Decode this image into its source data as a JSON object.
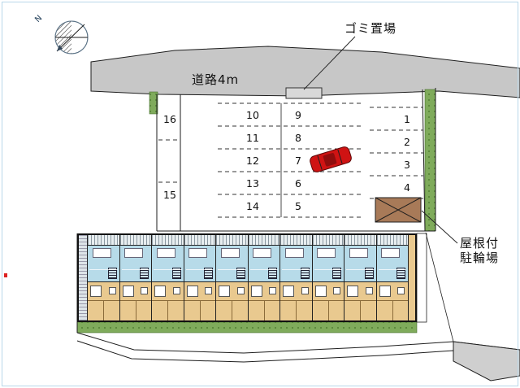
{
  "compass": {
    "letter": "N"
  },
  "road": {
    "label": "道路4m"
  },
  "garbage": {
    "label": "ゴミ置場"
  },
  "bike_shed": {
    "label": [
      "屋根付",
      "駐輪場"
    ]
  },
  "parking": {
    "left_column": [
      "16",
      "15"
    ],
    "mid_left": [
      "10",
      "11",
      "12",
      "13",
      "14"
    ],
    "mid_right": [
      "9",
      "8",
      "7",
      "6",
      "5"
    ],
    "right_column": [
      "1",
      "2",
      "3",
      "4"
    ]
  },
  "building": {
    "unit_count": 10
  },
  "colors": {
    "road_gray": "#c7c7c7",
    "grass": "#7fab5b",
    "grass_dark": "#5d8a3e",
    "shed_brown": "#a87a58",
    "unit_blue": "#b7dbe9",
    "unit_tan": "#e9c98f",
    "car_red": "#cf1313",
    "line": "#1e1e1e"
  }
}
